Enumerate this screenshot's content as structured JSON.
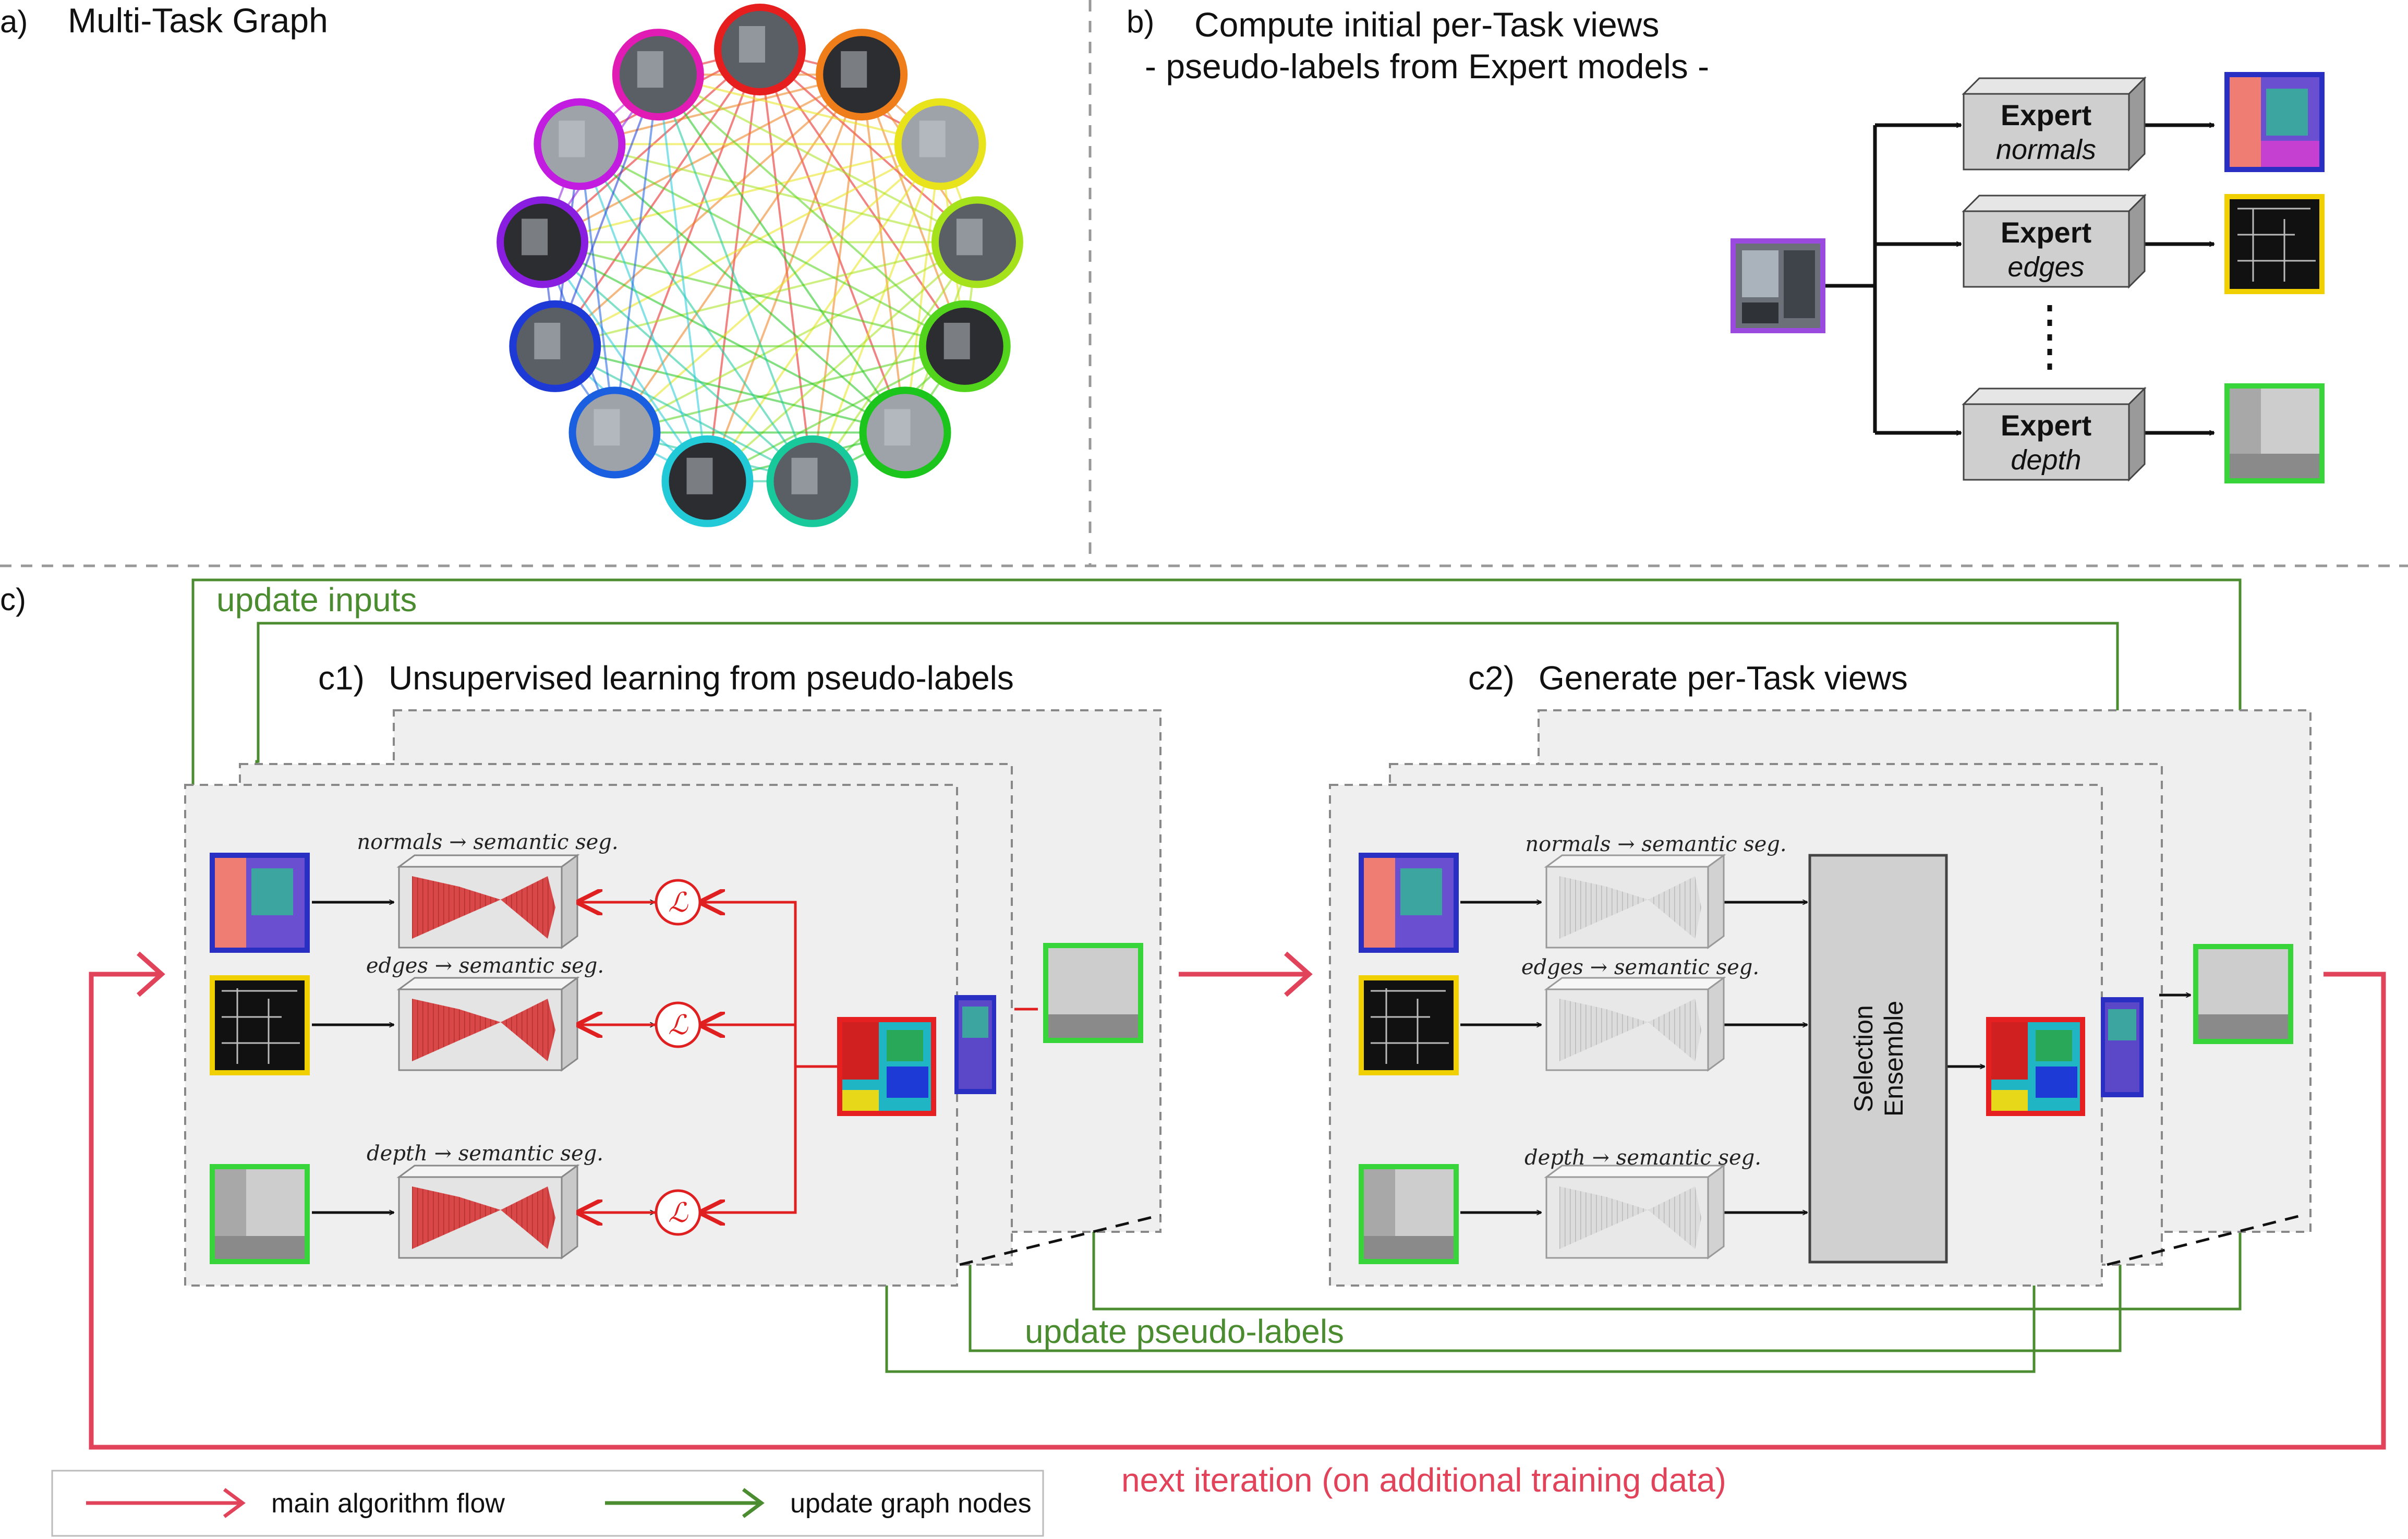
{
  "panel_a": {
    "label": "a)",
    "title": "Multi-Task Graph"
  },
  "panel_b": {
    "label": "b)",
    "title": "Compute initial per-Task views",
    "subtitle": "- pseudo-labels from Expert models -",
    "experts": [
      {
        "name": "Expert",
        "task": "normals"
      },
      {
        "name": "Expert",
        "task": "edges"
      },
      {
        "name": "Expert",
        "task": "depth"
      }
    ]
  },
  "panel_c": {
    "label": "c)",
    "update_inputs": "update inputs",
    "update_pseudo_labels": "update pseudo-labels",
    "next_iteration": "next iteration (on additional training data)",
    "c1": {
      "label": "c1)",
      "title": "Unsupervised learning from pseudo-labels",
      "edges": [
        "normals → semantic seg.",
        "edges → semantic seg.",
        "depth → semantic seg."
      ],
      "loss_symbol": "ℒ"
    },
    "c2": {
      "label": "c2)",
      "title": "Generate per-Task views",
      "edges": [
        "normals → semantic seg.",
        "edges → semantic seg.",
        "depth → semantic seg."
      ],
      "ensemble_line1": "Selection",
      "ensemble_line2": "Ensemble"
    }
  },
  "legend": {
    "main_flow": "main algorithm flow",
    "update_nodes": "update graph nodes"
  },
  "colors": {
    "red_flow": "#e0435a",
    "green_update": "#4a8c2f",
    "loss_red": "#e02020",
    "gray_box": "#cfcfcf",
    "panel_bg": "#efefef"
  },
  "graph_node_colors": [
    "#e61e1e",
    "#ef7d1a",
    "#e8e31a",
    "#a6e21c",
    "#52d31c",
    "#1bc51b",
    "#17c99b",
    "#22c9d6",
    "#1a5fe0",
    "#1d3ad6",
    "#8a1ee0",
    "#c21ce0",
    "#e01cb4"
  ]
}
